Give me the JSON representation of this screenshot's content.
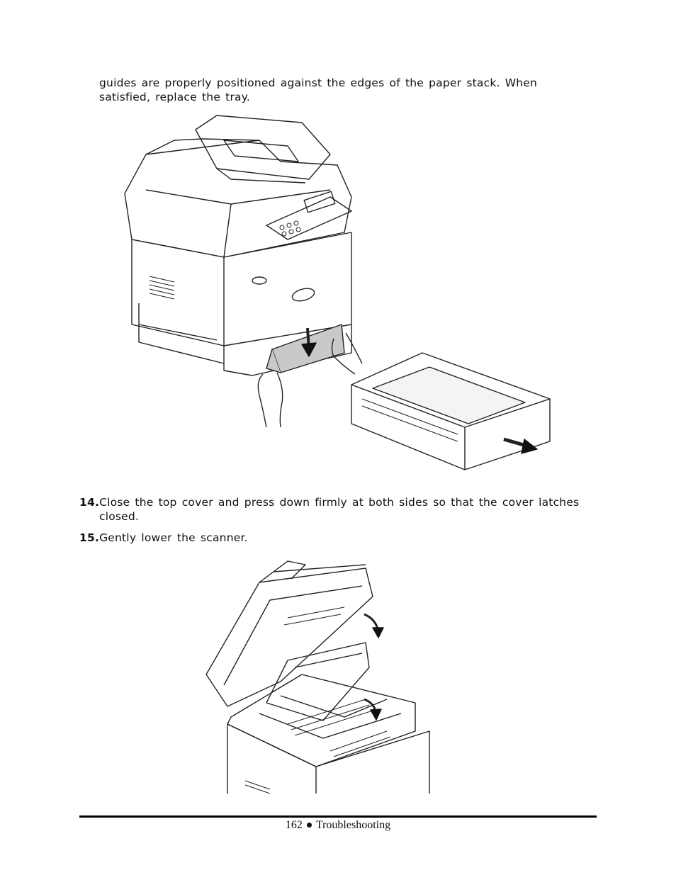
{
  "intro": {
    "text": "guides are properly positioned against the edges of the paper stack. When satisfied, replace the tray."
  },
  "steps": [
    {
      "number": "14.",
      "text": "Close the top cover and press down firmly at both sides so that the cover latches closed."
    },
    {
      "number": "15.",
      "text": "Gently lower the scanner."
    }
  ],
  "footer": {
    "page_number": "162",
    "section": "Troubleshooting"
  }
}
